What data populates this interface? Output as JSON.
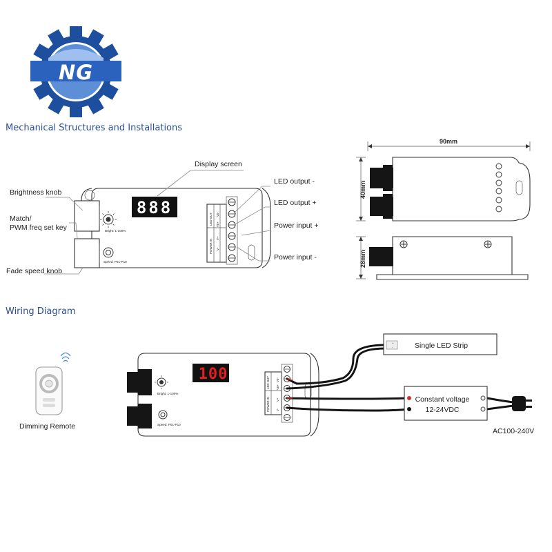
{
  "logo": {
    "text": "NG",
    "gear_color": "#1d4f9e",
    "ring_color": "#5d8fd8",
    "band_color": "#2a62bd"
  },
  "sections": {
    "mechanical_title": "Mechanical Structures and Installations",
    "wiring_title": "Wiring Diagram"
  },
  "callouts": {
    "display_screen": "Display screen",
    "brightness_knob": "Brightness knob",
    "match_line1": "Match/",
    "match_line2": "PWM freq set key",
    "fade_speed_knob": "Fade speed knob",
    "led_output_minus": "LED output -",
    "led_output_plus": "LED output +",
    "power_input_plus": "Power input +",
    "power_input_minus": "Power input -"
  },
  "controller": {
    "display_top": "888",
    "display_wiring": "100",
    "bright_label": "Bright: 1-100%",
    "speed_label": "Speed: P01-P10",
    "group_led_out": "LED OUT",
    "group_power_in": "POWER IN",
    "terminals": [
      "V0-",
      "V0+",
      "V+",
      "V-"
    ]
  },
  "dimensions": {
    "width": "90mm",
    "height": "40mm",
    "depth": "28mm"
  },
  "wiring": {
    "remote_label": "Dimming Remote",
    "led_strip": "Single LED Strip",
    "psu_line1": "Constant voltage",
    "psu_line2": "12-24VDC",
    "ac_label": "AC100-240V",
    "strip_marks": [
      "+",
      "-"
    ]
  },
  "colors": {
    "title": "#2c4f8f",
    "display_digit": "#e02020",
    "wire": "#141414"
  }
}
